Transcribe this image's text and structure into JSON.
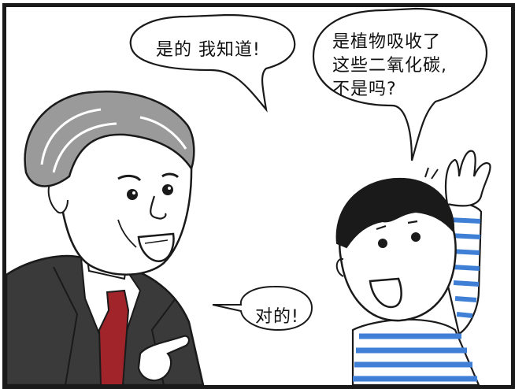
{
  "comic": {
    "bubble_left": "是的 我知道!",
    "bubble_right_lines": [
      "是植物吸收了",
      "这些二氧化碳,",
      "不是吗?"
    ],
    "bubble_small": "对的!"
  },
  "colors": {
    "frame": "#1a1a1a",
    "hair_gray": "#9a9a9a",
    "suit": "#3a3a3a",
    "tie": "#a0242a",
    "stripe_blue": "#3f7fd6"
  }
}
